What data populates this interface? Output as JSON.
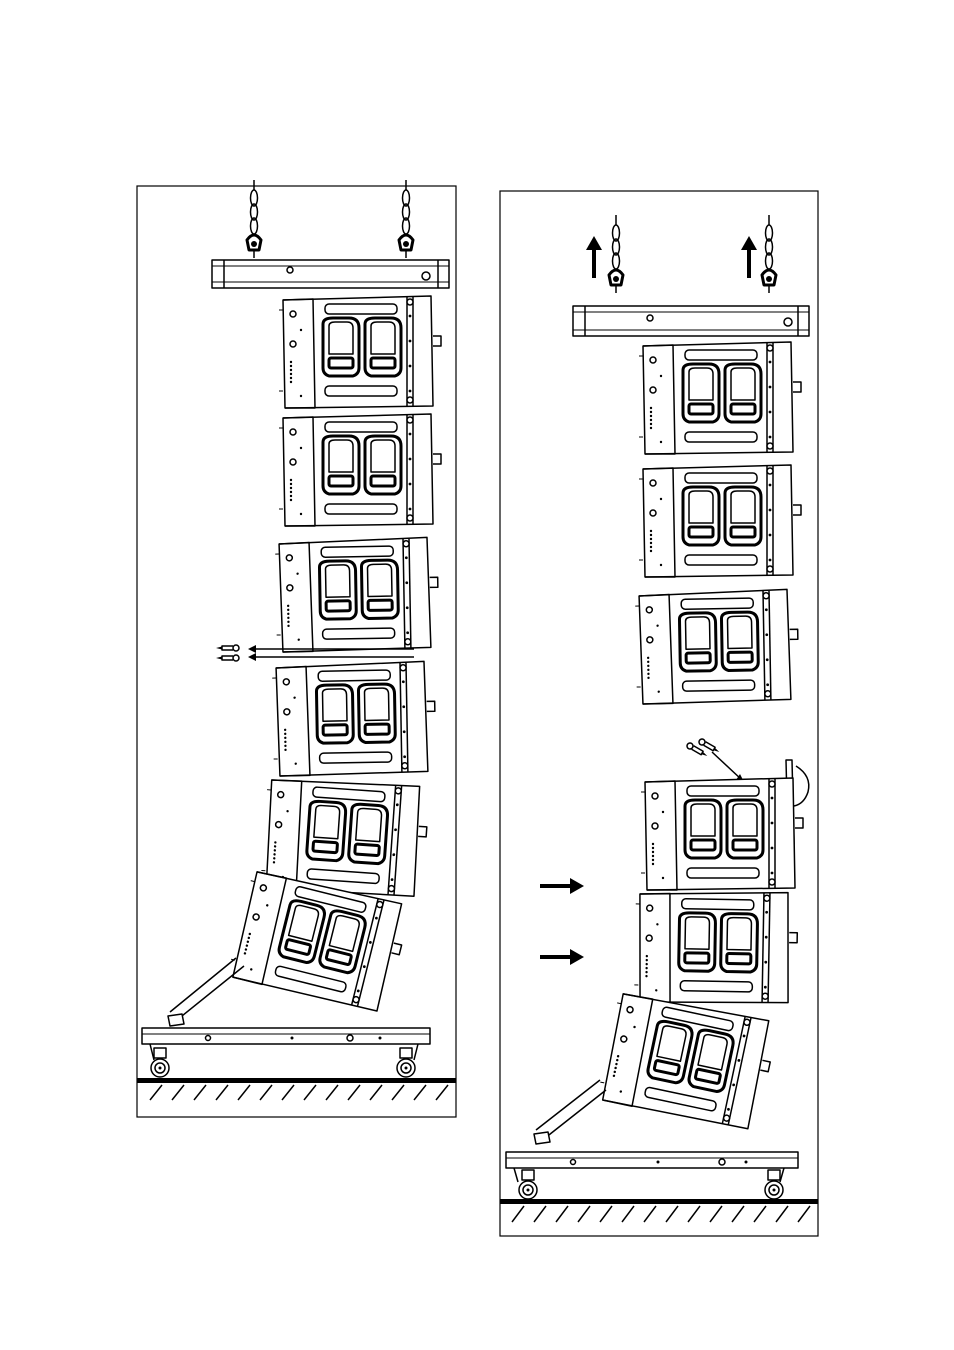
{
  "page": {
    "background": "#ffffff",
    "line_color": "#000000"
  },
  "panels": [
    {
      "name": "left-panel",
      "description_icon": "line-array-stack-on-cart-with-pins-removed",
      "cabinets_total": 6,
      "cabinets_hanging_straight": 4,
      "cabinets_curved": 2,
      "removed_pins": 2
    },
    {
      "name": "right-panel",
      "description_icon": "line-array-lifted-top-section-separated",
      "cabinets_lifted": 3,
      "cabinets_on_cart": 3,
      "lift_arrows": 2,
      "push_arrows": 2,
      "pins_reinserted": 2
    }
  ]
}
